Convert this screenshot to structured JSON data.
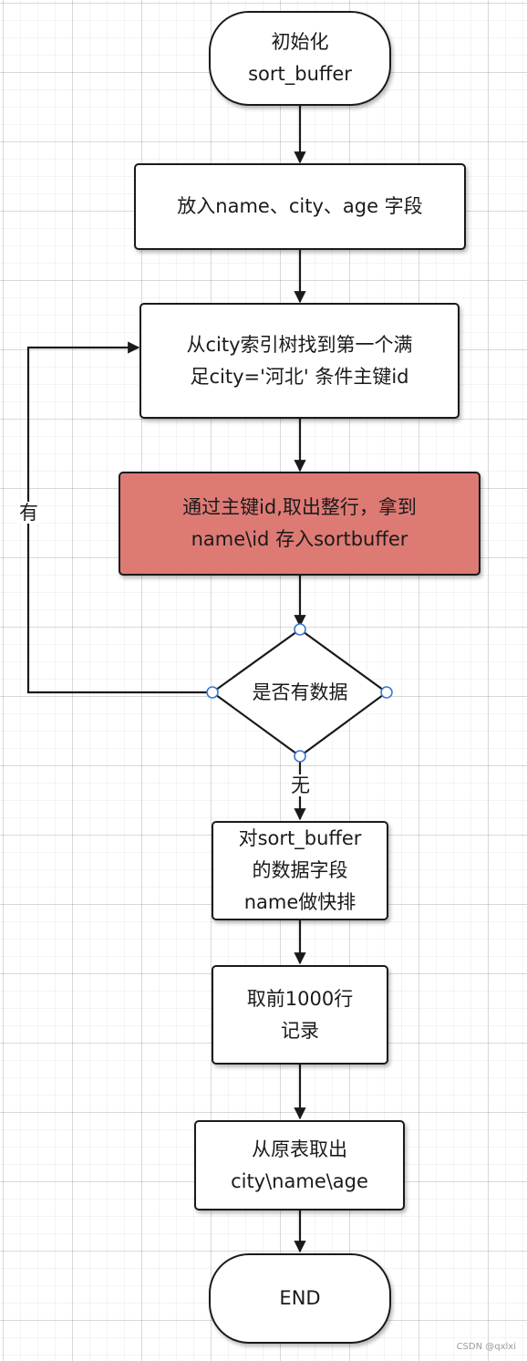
{
  "colors": {
    "stroke": "#1a1a1a",
    "highlight_fill": "#de7a74",
    "handle_stroke": "#3a78d0"
  },
  "nodes": {
    "start": "初始化\nsort_buffer",
    "add_fields": "放入name、city、age 字段",
    "find_first": "从city索引树找到第一个满\n足city='河北' 条件主键id",
    "fetch_row": "通过主键id,取出整行，拿到\nname\\id 存入sortbuffer",
    "decision": "是否有数据",
    "quick_sort": "对sort_buffer\n的数据字段\nname做快排",
    "take_top": "取前1000行\n记录",
    "fetch_origin": "从原表取出\ncity\\name\\age",
    "end": "END"
  },
  "edge_labels": {
    "yes": "有",
    "no": "无"
  },
  "watermark": "CSDN @qxlxi"
}
